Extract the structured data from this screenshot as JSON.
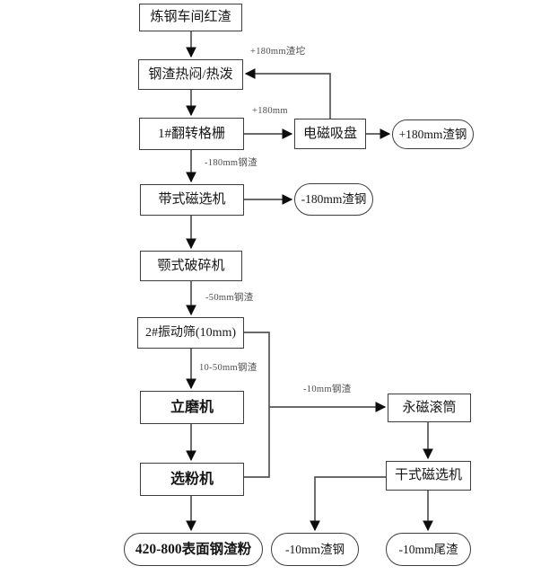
{
  "diagram": {
    "type": "flowchart",
    "language": "zh-CN",
    "subject": "钢渣处理工艺流程",
    "nodes": {
      "source": {
        "label": "炼钢车间红渣",
        "shape": "rect"
      },
      "hot_treatment": {
        "label": "钢渣热闷/热泼",
        "shape": "rect"
      },
      "flip_grid": {
        "label": "1#翻转格栅",
        "shape": "rect"
      },
      "electromagnet": {
        "label": "电磁吸盘",
        "shape": "rect"
      },
      "slag_steel_plus180": {
        "label": "+180mm渣钢",
        "shape": "stadium"
      },
      "belt_separator": {
        "label": "带式磁选机",
        "shape": "rect"
      },
      "slag_steel_minus180": {
        "label": "-180mm渣钢",
        "shape": "stadium"
      },
      "jaw_crusher": {
        "label": "颚式破碎机",
        "shape": "rect"
      },
      "vibrating_screen": {
        "label": "2#振动筛(10mm)",
        "shape": "rect"
      },
      "vertical_mill": {
        "label": "立磨机",
        "shape": "rect",
        "emphasis": "bold"
      },
      "magnet_drum": {
        "label": "永磁滚筒",
        "shape": "rect"
      },
      "powder_classifier": {
        "label": "选粉机",
        "shape": "rect",
        "emphasis": "bold"
      },
      "dry_separator": {
        "label": "干式磁选机",
        "shape": "rect"
      },
      "product": {
        "label": "420-800表面钢渣粉",
        "shape": "stadium",
        "emphasis": "bold"
      },
      "slag_steel_minus10": {
        "label": "-10mm渣钢",
        "shape": "stadium"
      },
      "tailings_minus10": {
        "label": "-10mm尾渣",
        "shape": "stadium"
      }
    },
    "edge_labels": {
      "recycle_plus180_lump": "+180mm渣坨",
      "plus180": "+180mm",
      "minus180_slag": "-180mm钢渣",
      "minus50_slag": "-50mm钢渣",
      "range_10_50_slag": "10-50mm钢渣",
      "minus10_slag": "-10mm钢渣"
    },
    "edges": [
      {
        "from": "source",
        "to": "hot_treatment"
      },
      {
        "from": "hot_treatment",
        "to": "flip_grid"
      },
      {
        "from": "flip_grid",
        "to": "electromagnet",
        "label": "+180mm"
      },
      {
        "from": "electromagnet",
        "to": "slag_steel_plus180"
      },
      {
        "from": "electromagnet",
        "to": "hot_treatment",
        "label": "+180mm渣坨"
      },
      {
        "from": "flip_grid",
        "to": "belt_separator",
        "label": "-180mm钢渣"
      },
      {
        "from": "belt_separator",
        "to": "slag_steel_minus180"
      },
      {
        "from": "belt_separator",
        "to": "jaw_crusher"
      },
      {
        "from": "jaw_crusher",
        "to": "vibrating_screen",
        "label": "-50mm钢渣"
      },
      {
        "from": "vibrating_screen",
        "to": "vertical_mill",
        "label": "10-50mm钢渣"
      },
      {
        "from": "vibrating_screen",
        "to": "magnet_drum",
        "label": "-10mm钢渣"
      },
      {
        "from": "powder_classifier",
        "to": "magnet_drum",
        "label": "-10mm钢渣"
      },
      {
        "from": "vertical_mill",
        "to": "powder_classifier"
      },
      {
        "from": "powder_classifier",
        "to": "product"
      },
      {
        "from": "magnet_drum",
        "to": "dry_separator"
      },
      {
        "from": "dry_separator",
        "to": "slag_steel_minus10"
      },
      {
        "from": "dry_separator",
        "to": "tailings_minus10"
      }
    ]
  }
}
